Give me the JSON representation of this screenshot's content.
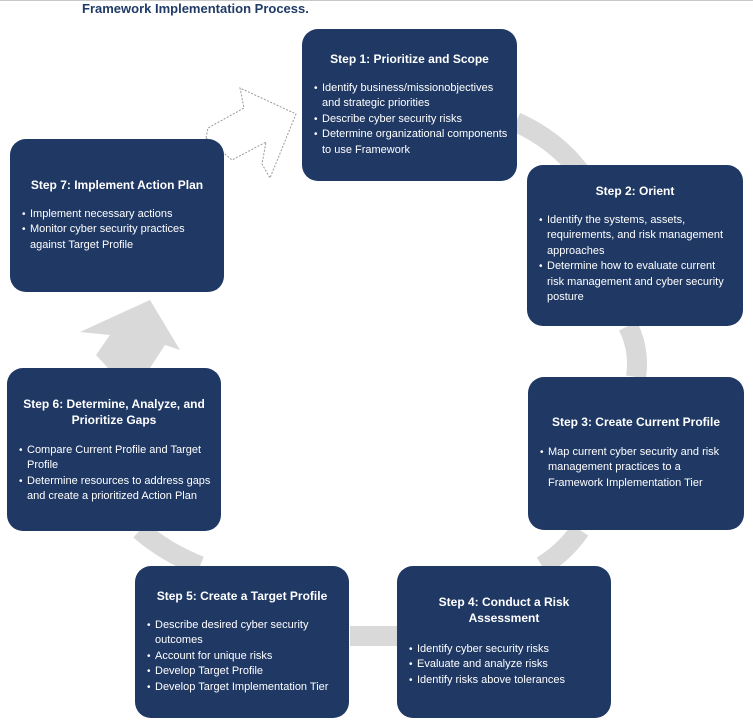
{
  "heading": "Framework Implementation Process.",
  "steps": [
    {
      "title": "Step 1: Prioritize and Scope",
      "bullets": [
        "Identify business/missionobjectives and strategic priorities",
        "Describe cyber security risks",
        "Determine organizational components to use Framework"
      ]
    },
    {
      "title": "Step 2: Orient",
      "bullets": [
        "Identify the systems, assets, requirements, and risk management approaches",
        "Determine how to evaluate current risk management and cyber security posture"
      ]
    },
    {
      "title": "Step 3: Create Current Profile",
      "bullets": [
        "Map current cyber security and risk management practices to a Framework Implementation Tier"
      ]
    },
    {
      "title": "Step 4: Conduct a Risk Assessment",
      "bullets": [
        "Identify cyber security risks",
        "Evaluate and analyze risks",
        "Identify risks above tolerances"
      ]
    },
    {
      "title": "Step 5: Create a Target Profile",
      "bullets": [
        "Describe desired cyber security outcomes",
        "Account for unique risks",
        "Develop Target Profile",
        "Develop Target Implementation Tier"
      ]
    },
    {
      "title": "Step 6: Determine, Analyze, and Prioritize Gaps",
      "bullets": [
        "Compare Current Profile and Target Profile",
        "Determine resources to address gaps and create a prioritized Action Plan"
      ]
    },
    {
      "title": "Step 7: Implement Action Plan",
      "bullets": [
        "Implement necessary actions",
        "Monitor cyber security practices against Target Profile"
      ]
    }
  ],
  "colors": {
    "box": "#1f3864",
    "connector": "#d9d9d9",
    "heading": "#1f3b66"
  }
}
